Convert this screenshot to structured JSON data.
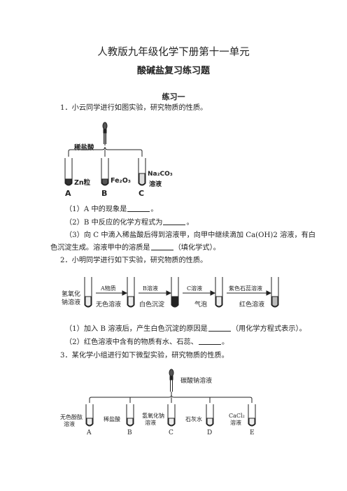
{
  "doc": {
    "title": "人教版九年级化学下册第十一单元",
    "subtitle": "酸碱盐复习练习题",
    "section": "练习一"
  },
  "q1": {
    "stem": "1．小云同学进行如图实验，研究物质的性质。",
    "figure": {
      "dropper_label": "稀盐酸",
      "tubes": [
        {
          "letter": "A",
          "content": "Zn粒"
        },
        {
          "letter": "B",
          "content": "Fe₂O₃"
        },
        {
          "letter": "C",
          "content_line1": "Na₂CO₃",
          "content_line2": "溶液"
        }
      ]
    },
    "part1_a": "（1）A 中的现象是",
    "part1_b": "。",
    "part2_a": "（2）B 中反应的化学方程式为",
    "part2_b": "。",
    "part3_line1": "（3）向 C 中滴入稀盐酸后得到溶液甲，向甲中继续滴加 Ca(OH)2 溶液，有白",
    "part3_line2_a": "色沉淀生成。溶液甲中的溶质是",
    "part3_line2_b": "（填化学式）。"
  },
  "q2": {
    "stem": "2．小明同学进行如下实验，研究物质的性质。",
    "figure": {
      "start_line1": "氢氧化",
      "start_line2": "钠溶液",
      "steps": [
        {
          "arrow": "A物质",
          "result": "无色溶液"
        },
        {
          "arrow": "B溶液",
          "result": "白色沉淀"
        },
        {
          "arrow": "C溶液",
          "result": "气泡"
        },
        {
          "arrow": "紫色石蕊溶液",
          "result": "红色溶液"
        }
      ]
    },
    "part1_a": "（1）加入 B 溶液后，产生白色沉淀的原因是",
    "part1_b": "（用化学方程式表示）。",
    "part2_a": "（2）红色溶液中含有的物质有水、石蕊、",
    "part2_b": "。"
  },
  "q3": {
    "stem": "3．某化学小组进行如下微型实验，研究物质的性质。",
    "figure": {
      "dropper_label": "碳酸钠溶液",
      "tubes": [
        {
          "letter": "A",
          "line1": "无色酚酞",
          "line2": "溶液"
        },
        {
          "letter": "B",
          "line1": "稀盐酸",
          "line2": ""
        },
        {
          "letter": "C",
          "line1": "氢氧化钠",
          "line2": "溶液"
        },
        {
          "letter": "D",
          "line1": "石灰水",
          "line2": ""
        },
        {
          "letter": "E",
          "line1": "CaCl₂",
          "line2": "溶液"
        }
      ]
    }
  }
}
